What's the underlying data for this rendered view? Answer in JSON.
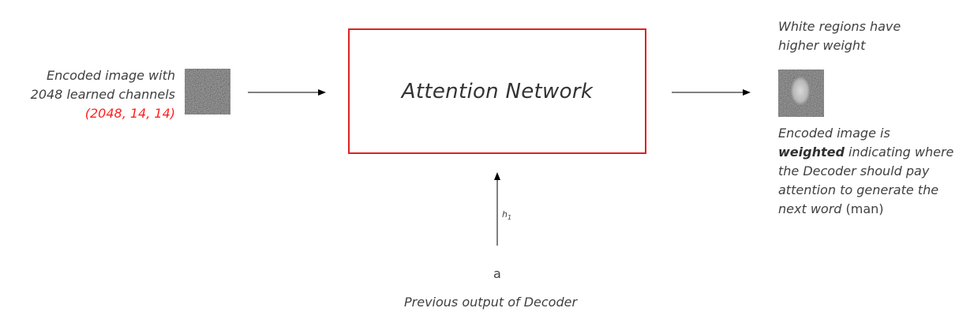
{
  "input": {
    "label_line1": "Encoded image with",
    "label_line2": "2048 learned channels",
    "shape": "(2048, 14, 14)"
  },
  "attention": {
    "title": "Attention Network",
    "border_color": "#e02020"
  },
  "output": {
    "note_line1": "White regions have",
    "note_line2": "higher weight",
    "desc_line1": "Encoded image is",
    "desc_bold": "weighted",
    "desc_line2_rest": " indicating where",
    "desc_line3": "the Decoder should pay",
    "desc_line4": "attention to generate the",
    "desc_line5_italic": "next word",
    "desc_line5_rest": " (man)"
  },
  "hidden_state": {
    "label": "h",
    "subscript": "1"
  },
  "decoder_input": {
    "token": "a",
    "caption": "Previous output of Decoder"
  },
  "colors": {
    "accent_red": "#ff2020",
    "text": "#404040"
  }
}
